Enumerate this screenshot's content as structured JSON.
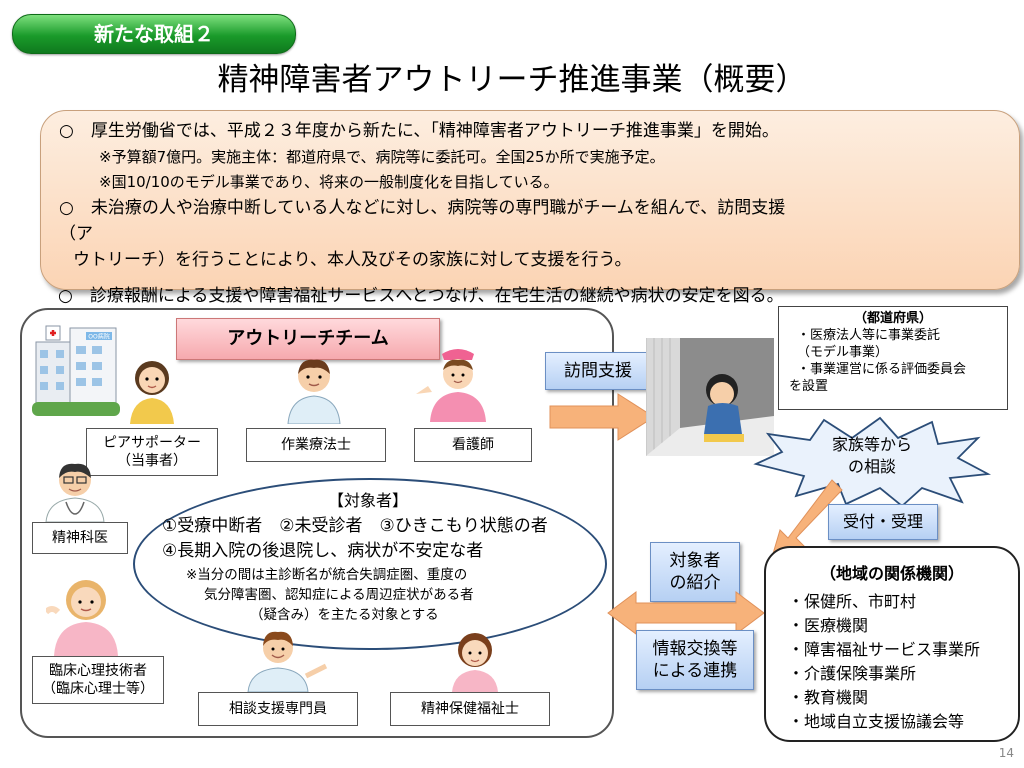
{
  "tag": "新たな取組２",
  "title": "精神障害者アウトリーチ推進事業（概要）",
  "summary": {
    "lines": [
      "○　厚生労働省では、平成２３年度から新たに、「精神障害者アウトリーチ推進事業」を開始。",
      "※予算額7億円。実施主体：都道府県で、病院等に委託可。全国25か所で実施予定。",
      "※国10/10のモデル事業であり、将来の一般制度化を目指している。",
      "○　未治療の人や治療中断している人などに対し、病院等の専門職がチームを組んで、訪問支援",
      "（ア",
      "ウトリーチ）を行うことにより、本人及びその家族に対して支援を行う。",
      "○　診療報酬による支援や障害福祉サービスへとつなげ、在宅生活の継続や病状の安定を図る。"
    ]
  },
  "team": {
    "title": "アウトリーチチーム",
    "peer_line1": "ピアサポーター",
    "peer_line2": "（当事者）",
    "ot": "作業療法士",
    "nurse": "看護師",
    "psychiatrist": "精神科医",
    "cp_line1": "臨床心理技術者",
    "cp_line2": "（臨床心理士等）",
    "counselor": "相談支援専門員",
    "psw": "精神保健福祉士"
  },
  "target": {
    "heading": "【対象者】",
    "line1": "①受療中断者　②未受診者　③ひきこもり状態の者",
    "line2": "④長期入院の後退院し、病状が不安定な者",
    "note1": "※当分の間は主診断名が統合失調症圏、重度の",
    "note2": "気分障害圏、認知症による周辺症状がある者",
    "note3": "（疑含み）を主たる対象とする"
  },
  "visit": "訪問支援",
  "prefecture": {
    "heading": "（都道府県）",
    "line1": "・医療法人等に事業委託",
    "line2": "（モデル事業）",
    "line3": "・事業運営に係る評価委員会",
    "line4": "を設置"
  },
  "family_line1": "家族等から",
  "family_line2": "の相談",
  "reception": "受付・受理",
  "referral_line1": "対象者",
  "referral_line2": "の紹介",
  "exchange_line1": "情報交換等",
  "exchange_line2": "による連携",
  "orgs": {
    "heading": "（地域の関係機関）",
    "items": [
      "・保健所、市町村",
      "・医療機関",
      "・障害福祉サービス事業所",
      "・介護保険事業所",
      "・教育機関",
      "・地域自立支援協議会等"
    ]
  },
  "hospital_sign": "OO病院",
  "page_number": "14",
  "colors": {
    "tag_green": "#1a9a2a",
    "summary_peach": "#fbd4b4",
    "team_pink": "#f6a9ae",
    "blue_box": "#b6d0f3",
    "arrow_orange": "#f7b27a",
    "ellipse_border": "#2b4d78"
  }
}
